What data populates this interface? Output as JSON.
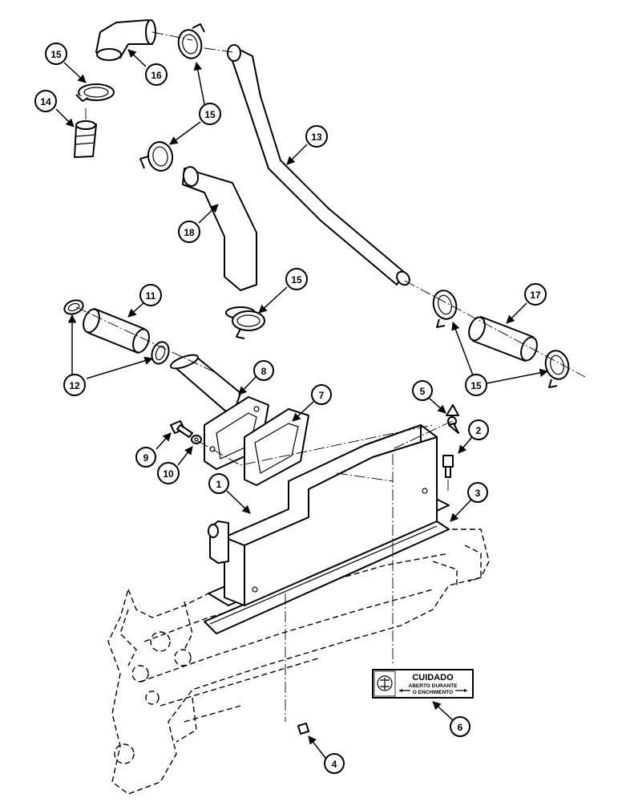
{
  "callouts": [
    {
      "label": "1"
    },
    {
      "label": "2"
    },
    {
      "label": "3"
    },
    {
      "label": "4"
    },
    {
      "label": "5"
    },
    {
      "label": "6"
    },
    {
      "label": "7"
    },
    {
      "label": "8"
    },
    {
      "label": "9"
    },
    {
      "label": "10"
    },
    {
      "label": "11"
    },
    {
      "label": "12"
    },
    {
      "label": "13"
    },
    {
      "label": "14"
    },
    {
      "label": "15"
    },
    {
      "label": "16"
    },
    {
      "label": "17"
    },
    {
      "label": "18"
    },
    {
      "label": "15"
    },
    {
      "label": "15"
    },
    {
      "label": "15"
    },
    {
      "label": "15"
    }
  ],
  "warning_label": {
    "title": "CUIDADO",
    "line1": "ABERTO DURANTE",
    "line2": "O ENCHIMENTO"
  }
}
